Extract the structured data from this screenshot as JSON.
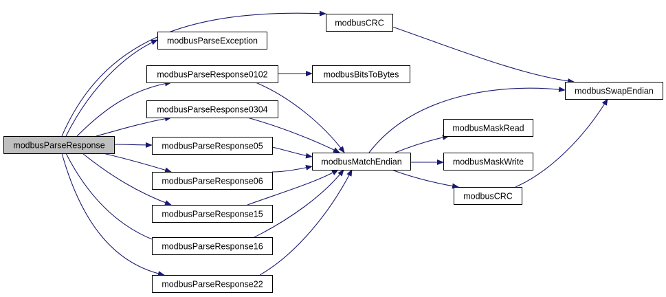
{
  "graph": {
    "colors": {
      "edge": "#191970",
      "root_fill": "#bfbfbf",
      "node_fill": "#ffffff",
      "border": "#000000"
    },
    "nodes": [
      {
        "id": "root",
        "label": "modbusParseResponse"
      },
      {
        "id": "crc_top",
        "label": "modbusCRC"
      },
      {
        "id": "exception",
        "label": "modbusParseException"
      },
      {
        "id": "r0102",
        "label": "modbusParseResponse0102"
      },
      {
        "id": "bits",
        "label": "modbusBitsToBytes"
      },
      {
        "id": "r0304",
        "label": "modbusParseResponse0304"
      },
      {
        "id": "r05",
        "label": "modbusParseResponse05"
      },
      {
        "id": "r06",
        "label": "modbusParseResponse06"
      },
      {
        "id": "r15",
        "label": "modbusParseResponse15"
      },
      {
        "id": "r16",
        "label": "modbusParseResponse16"
      },
      {
        "id": "r22",
        "label": "modbusParseResponse22"
      },
      {
        "id": "match",
        "label": "modbusMatchEndian"
      },
      {
        "id": "swap",
        "label": "modbusSwapEndian"
      },
      {
        "id": "maskread",
        "label": "modbusMaskRead"
      },
      {
        "id": "maskwrite",
        "label": "modbusMaskWrite"
      },
      {
        "id": "crc_bot",
        "label": "modbusCRC"
      }
    ],
    "edges": [
      {
        "from": "root",
        "to": "crc_top"
      },
      {
        "from": "root",
        "to": "exception"
      },
      {
        "from": "root",
        "to": "r0102"
      },
      {
        "from": "root",
        "to": "r0304"
      },
      {
        "from": "root",
        "to": "r05"
      },
      {
        "from": "root",
        "to": "r06"
      },
      {
        "from": "root",
        "to": "r15"
      },
      {
        "from": "root",
        "to": "r16"
      },
      {
        "from": "root",
        "to": "r22"
      },
      {
        "from": "r0102",
        "to": "bits"
      },
      {
        "from": "r0102",
        "to": "match"
      },
      {
        "from": "r0304",
        "to": "match"
      },
      {
        "from": "r05",
        "to": "match"
      },
      {
        "from": "r06",
        "to": "match"
      },
      {
        "from": "r15",
        "to": "match"
      },
      {
        "from": "r16",
        "to": "match"
      },
      {
        "from": "r22",
        "to": "match"
      },
      {
        "from": "crc_top",
        "to": "swap"
      },
      {
        "from": "match",
        "to": "swap"
      },
      {
        "from": "match",
        "to": "maskread"
      },
      {
        "from": "match",
        "to": "maskwrite"
      },
      {
        "from": "match",
        "to": "crc_bot"
      },
      {
        "from": "crc_bot",
        "to": "swap"
      }
    ]
  }
}
